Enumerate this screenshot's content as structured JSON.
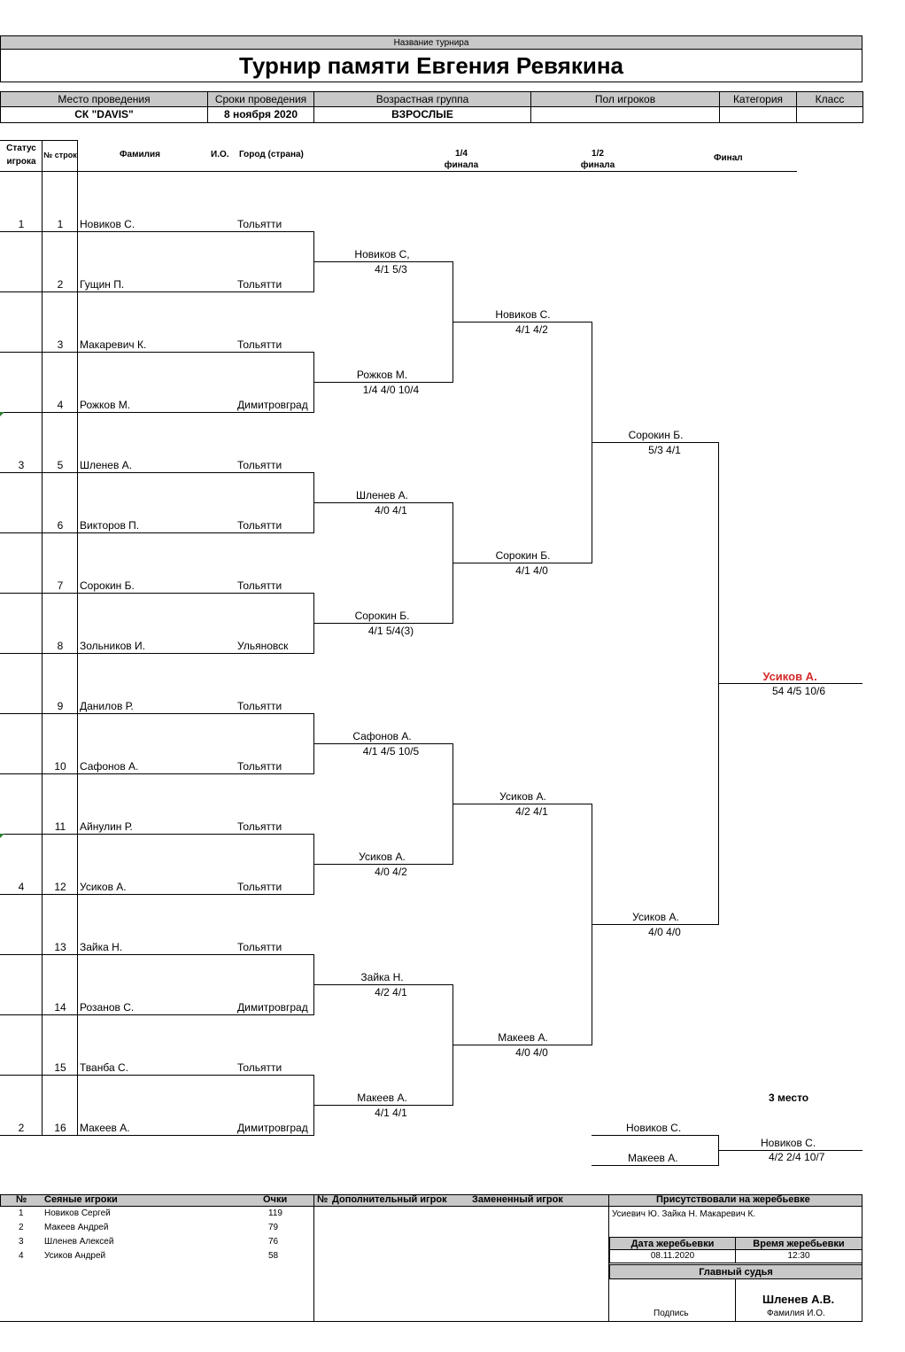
{
  "header": {
    "tournament_label": "Название турнира",
    "tournament_name": "Турнир памяти Евгения Ревякина",
    "info_headers": [
      "Место проведения",
      "Сроки проведения",
      "Возрастная группа",
      "Пол игроков",
      "Категория",
      "Класс"
    ],
    "info_values": [
      "СК \"DAVIS\"",
      "8 ноября 2020",
      "ВЗРОСЛЫЕ",
      "",
      "",
      ""
    ]
  },
  "columns": {
    "status": "Статус игрока",
    "row_no": "№ строк",
    "surname": "Фамилия",
    "initials": "И.О.",
    "city": "Город (страна)",
    "quarter": "1/4 финала",
    "semi": "1/2 финала",
    "final": "Финал"
  },
  "players": [
    {
      "status": "1",
      "no": "1",
      "name": "Новиков  С.",
      "city": "Тольятти"
    },
    {
      "status": "",
      "no": "2",
      "name": "Гущин П.",
      "city": "Тольятти"
    },
    {
      "status": "",
      "no": "3",
      "name": "Макаревич К.",
      "city": "Тольятти"
    },
    {
      "status": "",
      "no": "4",
      "name": "Рожков М.",
      "city": "Димитровград"
    },
    {
      "status": "3",
      "no": "5",
      "name": "Шленев А.",
      "city": "Тольятти"
    },
    {
      "status": "",
      "no": "6",
      "name": "Викторов П.",
      "city": "Тольятти"
    },
    {
      "status": "",
      "no": "7",
      "name": "Сорокин Б.",
      "city": "Тольятти"
    },
    {
      "status": "",
      "no": "8",
      "name": "Зольников И.",
      "city": "Ульяновск"
    },
    {
      "status": "",
      "no": "9",
      "name": "Данилов Р.",
      "city": "Тольятти"
    },
    {
      "status": "",
      "no": "10",
      "name": "Сафонов А.",
      "city": "Тольятти"
    },
    {
      "status": "",
      "no": "11",
      "name": "Айнулин Р.",
      "city": "Тольятти"
    },
    {
      "status": "4",
      "no": "12",
      "name": "Усиков А.",
      "city": "Тольятти"
    },
    {
      "status": "",
      "no": "13",
      "name": "Зайка Н.",
      "city": "Тольятти"
    },
    {
      "status": "",
      "no": "14",
      "name": "Розанов С.",
      "city": "Димитровград"
    },
    {
      "status": "",
      "no": "15",
      "name": "Тванба С.",
      "city": "Тольятти"
    },
    {
      "status": "2",
      "no": "16",
      "name": "Макеев А.",
      "city": "Димитровград"
    }
  ],
  "quarter_results": [
    {
      "name": "Новиков С,",
      "score": "4/1 5/3"
    },
    {
      "name": "Рожков М.",
      "score": "1/4 4/0 10/4"
    },
    {
      "name": "Шленев А.",
      "score": "4/0 4/1"
    },
    {
      "name": "Сорокин Б.",
      "score": "4/1 5/4(3)"
    },
    {
      "name": "Сафонов А.",
      "score": "4/1 4/5 10/5"
    },
    {
      "name": "Усиков А.",
      "score": "4/0 4/2"
    },
    {
      "name": "Зайка Н.",
      "score": "4/2 4/1"
    },
    {
      "name": "Макеев А.",
      "score": "4/1 4/1"
    }
  ],
  "semi_results": [
    {
      "name": "Новиков С.",
      "score": "4/1 4/2"
    },
    {
      "name": "Сорокин Б.",
      "score": "4/1 4/0"
    },
    {
      "name": "Усиков А.",
      "score": "4/2 4/1"
    },
    {
      "name": "Макеев А.",
      "score": "4/0 4/0"
    }
  ],
  "final_results": [
    {
      "name": "Сорокин Б.",
      "score": "5/3 4/1"
    },
    {
      "name": "Усиков А.",
      "score": "4/0 4/0"
    }
  ],
  "winner": {
    "name": "Усиков А.",
    "score": "54 4/5 10/6",
    "color": "#d42a2a"
  },
  "third_place": {
    "label": "3 место",
    "player1": "Новиков С.",
    "player2": "Макеев А.",
    "winner": "Новиков С.",
    "score": "4/2 2/4 10/7"
  },
  "footer": {
    "seeded_headers": {
      "no": "№",
      "name": "Сеяные игроки",
      "points": "Очки"
    },
    "seeded": [
      {
        "no": "1",
        "name": "Новиков Сергей",
        "points": "119"
      },
      {
        "no": "2",
        "name": "Макеев Андрей",
        "points": "79"
      },
      {
        "no": "3",
        "name": "Шленев Алексей",
        "points": "76"
      },
      {
        "no": "4",
        "name": "Усиков Андрей",
        "points": "58"
      }
    ],
    "extra_headers": {
      "no": "№",
      "extra": "Дополнительный игрок",
      "replaced": "Замененный игрок"
    },
    "present_label": "Присутствовали на жеребьевке",
    "present_names": "Усиевич Ю. Зайка Н. Макаревич К.",
    "draw_date_label": "Дата жеребьевки",
    "draw_time_label": "Время жеребьевки",
    "draw_date": "08.11.2020",
    "draw_time": "12:30",
    "judge_label": "Главный судья",
    "judge_name": "Шленев А.В.",
    "signature_label": "Подпись",
    "fio_label": "Фамилия И.О."
  }
}
